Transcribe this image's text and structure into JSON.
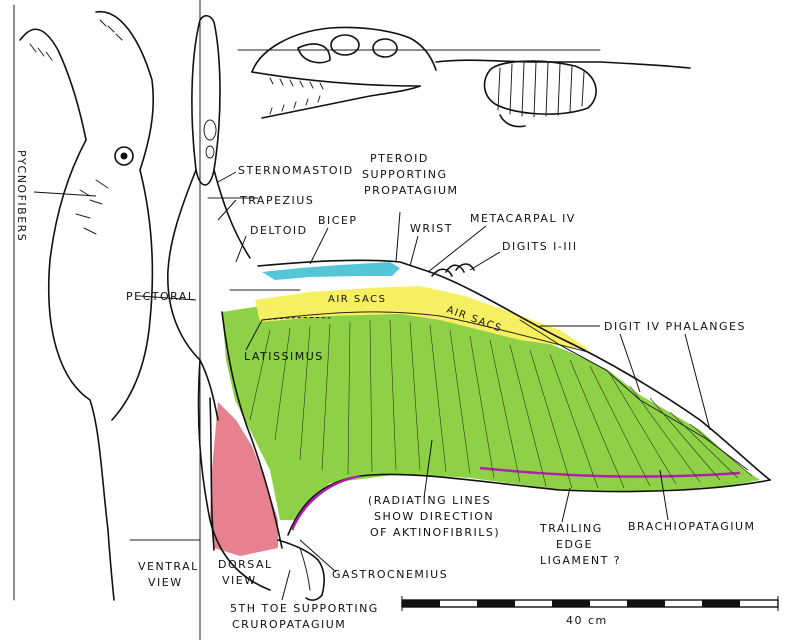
{
  "labels": {
    "pycnofibers": "PYCNOFIBERS",
    "sternomastoid": "STERNOMASTOID",
    "pteroid_1": "PTEROID",
    "pteroid_2": "SUPPORTING",
    "pteroid_3": "PROPATAGIUM",
    "trapezius": "TRAPEZIUS",
    "deltoid": "DELTOID",
    "bicep": "BICEP",
    "wrist": "WRIST",
    "metacarpal": "METACARPAL IV",
    "digits": "DIGITS I-III",
    "air_sacs_1": "AIR SACS",
    "air_sacs_2": "AIR SACS",
    "digit_phalanges": "DIGIT IV PHALANGES",
    "pectoral": "PECTORAL",
    "latissimus": "LATISSIMUS",
    "radiating_1": "(RADIATING LINES",
    "radiating_2": "SHOW DIRECTION",
    "radiating_3": "OF AKTINOFIBRILS)",
    "trailing_1": "TRAILING",
    "trailing_2": "EDGE",
    "trailing_3": "LIGAMENT ?",
    "brachiopatagium": "BRACHIOPATAGIUM",
    "ventral_1": "VENTRAL",
    "ventral_2": "VIEW",
    "dorsal_1": "DORSAL",
    "dorsal_2": "VIEW",
    "gastrocnemius": "GASTROCNEMIUS",
    "toe_1": "5TH TOE SUPPORTING",
    "toe_2": "CRUROPATAGIUM",
    "scale": "40 cm"
  },
  "colors": {
    "wing_membrane": "#8ed146",
    "air_sacs": "#f6ef62",
    "propatagium": "#55c6d8",
    "cruropatagium": "#e8818f",
    "trailing_edge": "#b01fb0",
    "ink": "#111111"
  }
}
